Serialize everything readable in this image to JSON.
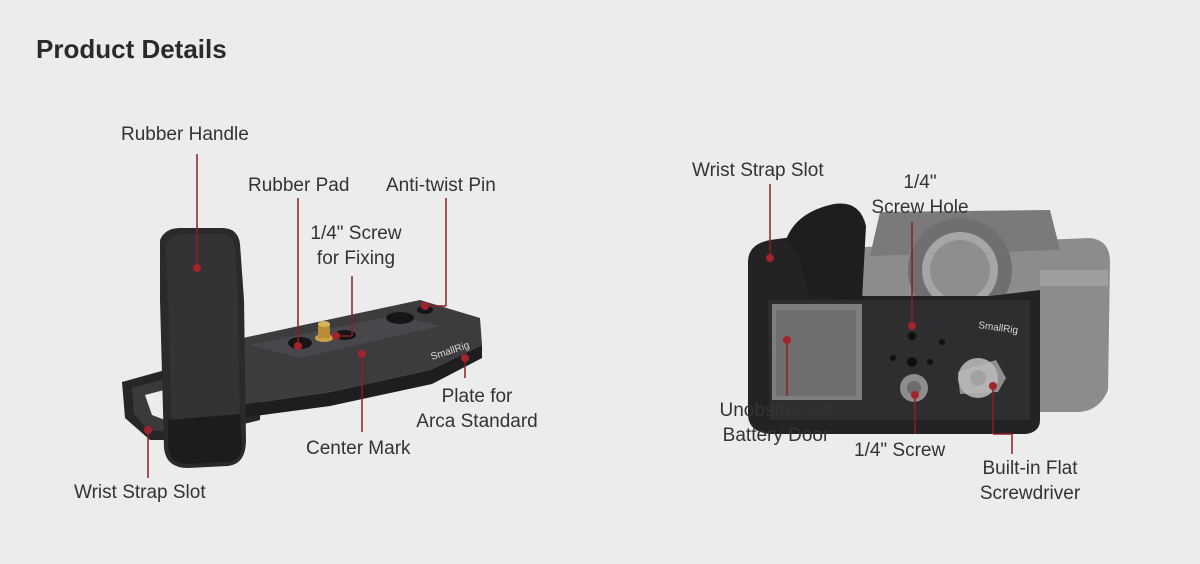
{
  "page": {
    "title": "Product Details"
  },
  "colors": {
    "background": "#ececec",
    "leader_line": "#8b1e24",
    "marker": "#a3232b",
    "product_body": "#2e2e30"
  },
  "left_figure": {
    "brand_mark": "SmallRig",
    "callouts": {
      "rubber_handle": "Rubber Handle",
      "rubber_pad": "Rubber Pad",
      "anti_twist_pin": "Anti-twist Pin",
      "screw_fixing_line1": "1/4\" Screw",
      "screw_fixing_line2": "for Fixing",
      "plate_line1": "Plate for",
      "plate_line2": "Arca Standard",
      "center_mark": "Center Mark",
      "wrist_strap_slot": "Wrist Strap Slot"
    }
  },
  "right_figure": {
    "brand_mark": "SmallRig",
    "callouts": {
      "wrist_strap_slot": "Wrist Strap Slot",
      "screw_hole_line1": "1/4\"",
      "screw_hole_line2": "Screw Hole",
      "battery_line1": "Unobstructed",
      "battery_line2": "Battery Door",
      "screw": "1/4\" Screw",
      "screwdriver_line1": "Built-in Flat",
      "screwdriver_line2": "Screwdriver"
    }
  }
}
